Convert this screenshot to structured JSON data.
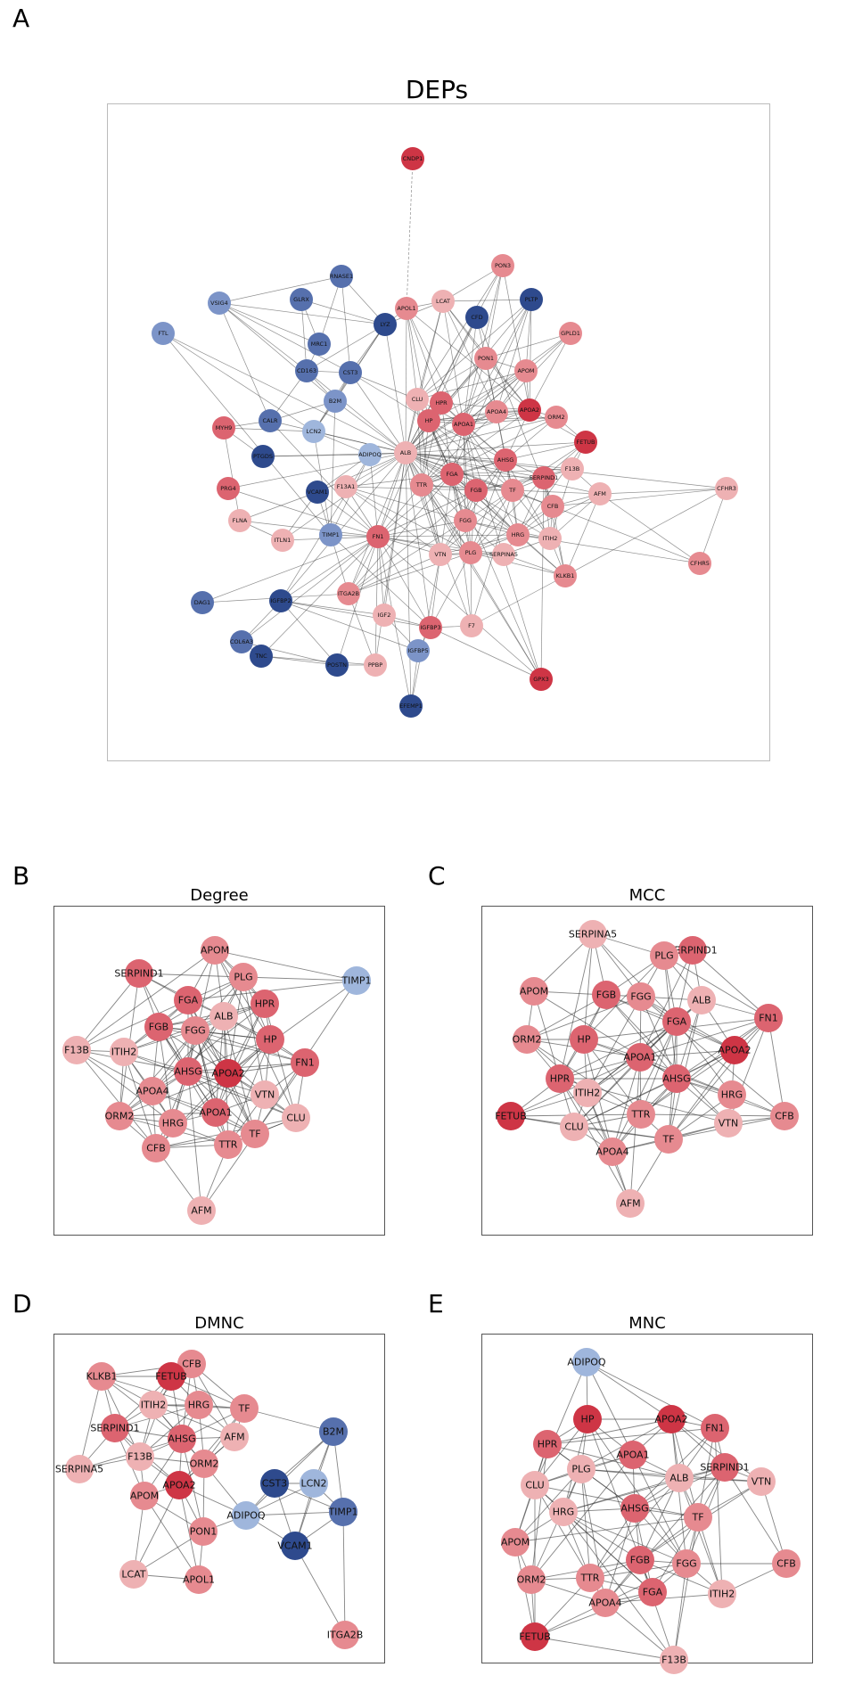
{
  "colors": {
    "red": "#ce3545",
    "red_mid": "#dc6470",
    "pink": "#e68a90",
    "pink_light": "#eeb1b3",
    "blue_light": "#9fb6dc",
    "blue_mid": "#7c94c8",
    "blue": "#5670ad",
    "blue_dark": "#2e4a8d"
  },
  "panels": {
    "A": {
      "letter": "A",
      "title": "DEPs",
      "nodes": [
        {
          "id": "CNDP1",
          "c": "red"
        },
        {
          "id": "PON3",
          "c": "pink"
        },
        {
          "id": "RNASE1",
          "c": "blue"
        },
        {
          "id": "VSIG4",
          "c": "blue_mid"
        },
        {
          "id": "GLRX",
          "c": "blue"
        },
        {
          "id": "PLTP",
          "c": "blue_dark"
        },
        {
          "id": "APOL1",
          "c": "pink"
        },
        {
          "id": "LCAT",
          "c": "pink_light"
        },
        {
          "id": "CFD",
          "c": "blue_dark"
        },
        {
          "id": "LYZ",
          "c": "blue_dark"
        },
        {
          "id": "GPLD1",
          "c": "pink"
        },
        {
          "id": "FTL",
          "c": "blue_mid"
        },
        {
          "id": "MRC1",
          "c": "blue"
        },
        {
          "id": "PON1",
          "c": "pink"
        },
        {
          "id": "APOM",
          "c": "pink"
        },
        {
          "id": "CD163",
          "c": "blue"
        },
        {
          "id": "CST3",
          "c": "blue"
        },
        {
          "id": "HPR",
          "c": "red_mid"
        },
        {
          "id": "CLU",
          "c": "pink_light"
        },
        {
          "id": "APOA4",
          "c": "pink"
        },
        {
          "id": "APOA2",
          "c": "red"
        },
        {
          "id": "ORM2",
          "c": "pink"
        },
        {
          "id": "B2M",
          "c": "blue_mid"
        },
        {
          "id": "HP",
          "c": "red_mid"
        },
        {
          "id": "APOA1",
          "c": "red_mid"
        },
        {
          "id": "CALR",
          "c": "blue"
        },
        {
          "id": "MYH9",
          "c": "red_mid"
        },
        {
          "id": "LCN2",
          "c": "blue_light"
        },
        {
          "id": "FETUB",
          "c": "red"
        },
        {
          "id": "AHSG",
          "c": "red_mid"
        },
        {
          "id": "F13B",
          "c": "pink_light"
        },
        {
          "id": "PTGDS",
          "c": "blue_dark"
        },
        {
          "id": "ALB",
          "c": "pink_light"
        },
        {
          "id": "ADIPOQ",
          "c": "blue_light"
        },
        {
          "id": "FGA",
          "c": "red_mid"
        },
        {
          "id": "SERPIND1",
          "c": "red_mid"
        },
        {
          "id": "CFHR3",
          "c": "pink_light"
        },
        {
          "id": "TTR",
          "c": "pink"
        },
        {
          "id": "F13A1",
          "c": "pink_light"
        },
        {
          "id": "PRG4",
          "c": "red_mid"
        },
        {
          "id": "VCAM1",
          "c": "blue_dark"
        },
        {
          "id": "FGB",
          "c": "red_mid"
        },
        {
          "id": "TF",
          "c": "pink"
        },
        {
          "id": "AFM",
          "c": "pink_light"
        },
        {
          "id": "CFB",
          "c": "pink"
        },
        {
          "id": "FGG",
          "c": "pink"
        },
        {
          "id": "FLNA",
          "c": "pink_light"
        },
        {
          "id": "HRG",
          "c": "pink"
        },
        {
          "id": "TIMP1",
          "c": "blue_mid"
        },
        {
          "id": "ITIH2",
          "c": "pink_light"
        },
        {
          "id": "ITLN1",
          "c": "pink_light"
        },
        {
          "id": "FN1",
          "c": "red_mid"
        },
        {
          "id": "PLG",
          "c": "pink"
        },
        {
          "id": "VTN",
          "c": "pink_light"
        },
        {
          "id": "SERPINA5",
          "c": "pink_light"
        },
        {
          "id": "CFHR5",
          "c": "pink"
        },
        {
          "id": "KLKB1",
          "c": "pink"
        },
        {
          "id": "ITGA2B",
          "c": "pink"
        },
        {
          "id": "DAG1",
          "c": "blue"
        },
        {
          "id": "IGFBP2",
          "c": "blue_dark"
        },
        {
          "id": "IGF2",
          "c": "pink_light"
        },
        {
          "id": "IGFBP3",
          "c": "red_mid"
        },
        {
          "id": "F7",
          "c": "pink_light"
        },
        {
          "id": "COL6A3",
          "c": "blue"
        },
        {
          "id": "TNC",
          "c": "blue_dark"
        },
        {
          "id": "IGFBP5",
          "c": "blue_mid"
        },
        {
          "id": "POSTN",
          "c": "blue_dark"
        },
        {
          "id": "PPBP",
          "c": "pink_light"
        },
        {
          "id": "GPX3",
          "c": "red"
        },
        {
          "id": "EFEMP1",
          "c": "blue_dark"
        }
      ]
    },
    "B": {
      "letter": "B",
      "title": "Degree",
      "nodes": [
        {
          "id": "APOM",
          "c": "pink"
        },
        {
          "id": "SERPIND1",
          "c": "red_mid"
        },
        {
          "id": "PLG",
          "c": "pink"
        },
        {
          "id": "TIMP1",
          "c": "blue_light"
        },
        {
          "id": "FGA",
          "c": "red_mid"
        },
        {
          "id": "HPR",
          "c": "red_mid"
        },
        {
          "id": "ALB",
          "c": "pink_light"
        },
        {
          "id": "FGB",
          "c": "red_mid"
        },
        {
          "id": "FGG",
          "c": "pink"
        },
        {
          "id": "HP",
          "c": "red_mid"
        },
        {
          "id": "F13B",
          "c": "pink_light"
        },
        {
          "id": "ITIH2",
          "c": "pink_light"
        },
        {
          "id": "FN1",
          "c": "red_mid"
        },
        {
          "id": "AHSG",
          "c": "red_mid"
        },
        {
          "id": "APOA2",
          "c": "red"
        },
        {
          "id": "APOA4",
          "c": "pink"
        },
        {
          "id": "VTN",
          "c": "pink_light"
        },
        {
          "id": "ORM2",
          "c": "pink"
        },
        {
          "id": "APOA1",
          "c": "red_mid"
        },
        {
          "id": "HRG",
          "c": "pink"
        },
        {
          "id": "CLU",
          "c": "pink_light"
        },
        {
          "id": "TF",
          "c": "pink"
        },
        {
          "id": "TTR",
          "c": "pink"
        },
        {
          "id": "CFB",
          "c": "pink"
        },
        {
          "id": "AFM",
          "c": "pink_light"
        }
      ]
    },
    "C": {
      "letter": "C",
      "title": "MCC",
      "nodes": [
        {
          "id": "SERPINA5",
          "c": "pink_light"
        },
        {
          "id": "SERPIND1",
          "c": "red_mid"
        },
        {
          "id": "PLG",
          "c": "pink"
        },
        {
          "id": "APOM",
          "c": "pink"
        },
        {
          "id": "FGB",
          "c": "red_mid"
        },
        {
          "id": "FGG",
          "c": "pink"
        },
        {
          "id": "ALB",
          "c": "pink_light"
        },
        {
          "id": "FN1",
          "c": "red_mid"
        },
        {
          "id": "ORM2",
          "c": "pink"
        },
        {
          "id": "HP",
          "c": "red_mid"
        },
        {
          "id": "FGA",
          "c": "red_mid"
        },
        {
          "id": "APOA2",
          "c": "red"
        },
        {
          "id": "APOA1",
          "c": "red_mid"
        },
        {
          "id": "HPR",
          "c": "red_mid"
        },
        {
          "id": "AHSG",
          "c": "red_mid"
        },
        {
          "id": "ITIH2",
          "c": "pink_light"
        },
        {
          "id": "HRG",
          "c": "pink"
        },
        {
          "id": "FETUB",
          "c": "red"
        },
        {
          "id": "CFB",
          "c": "pink"
        },
        {
          "id": "TTR",
          "c": "pink"
        },
        {
          "id": "CLU",
          "c": "pink_light"
        },
        {
          "id": "VTN",
          "c": "pink_light"
        },
        {
          "id": "TF",
          "c": "pink"
        },
        {
          "id": "APOA4",
          "c": "pink"
        },
        {
          "id": "AFM",
          "c": "pink_light"
        }
      ]
    },
    "D": {
      "letter": "D",
      "title": "DMNC",
      "nodes": [
        {
          "id": "CFB",
          "c": "pink"
        },
        {
          "id": "KLKB1",
          "c": "pink"
        },
        {
          "id": "FETUB",
          "c": "red"
        },
        {
          "id": "ITIH2",
          "c": "pink_light"
        },
        {
          "id": "HRG",
          "c": "pink"
        },
        {
          "id": "TF",
          "c": "pink"
        },
        {
          "id": "AFM",
          "c": "pink_light"
        },
        {
          "id": "SERPIND1",
          "c": "red_mid"
        },
        {
          "id": "B2M",
          "c": "blue"
        },
        {
          "id": "AHSG",
          "c": "red_mid"
        },
        {
          "id": "F13B",
          "c": "pink_light"
        },
        {
          "id": "SERPINA5",
          "c": "pink_light"
        },
        {
          "id": "ORM2",
          "c": "pink"
        },
        {
          "id": "CST3",
          "c": "blue_dark"
        },
        {
          "id": "LCN2",
          "c": "blue_light"
        },
        {
          "id": "APOA2",
          "c": "red"
        },
        {
          "id": "APOM",
          "c": "pink"
        },
        {
          "id": "TIMP1",
          "c": "blue"
        },
        {
          "id": "ADIPOQ",
          "c": "blue_light"
        },
        {
          "id": "PON1",
          "c": "pink"
        },
        {
          "id": "VCAM1",
          "c": "blue_dark"
        },
        {
          "id": "LCAT",
          "c": "pink_light"
        },
        {
          "id": "APOL1",
          "c": "pink"
        },
        {
          "id": "ITGA2B",
          "c": "pink"
        }
      ]
    },
    "E": {
      "letter": "E",
      "title": "MNC",
      "nodes": [
        {
          "id": "ADIPOQ",
          "c": "blue_light"
        },
        {
          "id": "HP",
          "c": "red"
        },
        {
          "id": "APOA2",
          "c": "red"
        },
        {
          "id": "FN1",
          "c": "red_mid"
        },
        {
          "id": "HPR",
          "c": "red_mid"
        },
        {
          "id": "APOA1",
          "c": "red_mid"
        },
        {
          "id": "SERPIND1",
          "c": "red_mid"
        },
        {
          "id": "PLG",
          "c": "pink_light"
        },
        {
          "id": "ALB",
          "c": "pink_light"
        },
        {
          "id": "VTN",
          "c": "pink_light"
        },
        {
          "id": "CLU",
          "c": "pink_light"
        },
        {
          "id": "AHSG",
          "c": "red_mid"
        },
        {
          "id": "HRG",
          "c": "pink_light"
        },
        {
          "id": "TF",
          "c": "pink"
        },
        {
          "id": "APOM",
          "c": "pink"
        },
        {
          "id": "CFB",
          "c": "pink"
        },
        {
          "id": "FGB",
          "c": "red_mid"
        },
        {
          "id": "FGG",
          "c": "pink"
        },
        {
          "id": "ORM2",
          "c": "pink"
        },
        {
          "id": "TTR",
          "c": "pink"
        },
        {
          "id": "FGA",
          "c": "red_mid"
        },
        {
          "id": "ITIH2",
          "c": "pink_light"
        },
        {
          "id": "APOA4",
          "c": "pink"
        },
        {
          "id": "FETUB",
          "c": "red"
        },
        {
          "id": "F13B",
          "c": "pink_light"
        }
      ]
    }
  }
}
